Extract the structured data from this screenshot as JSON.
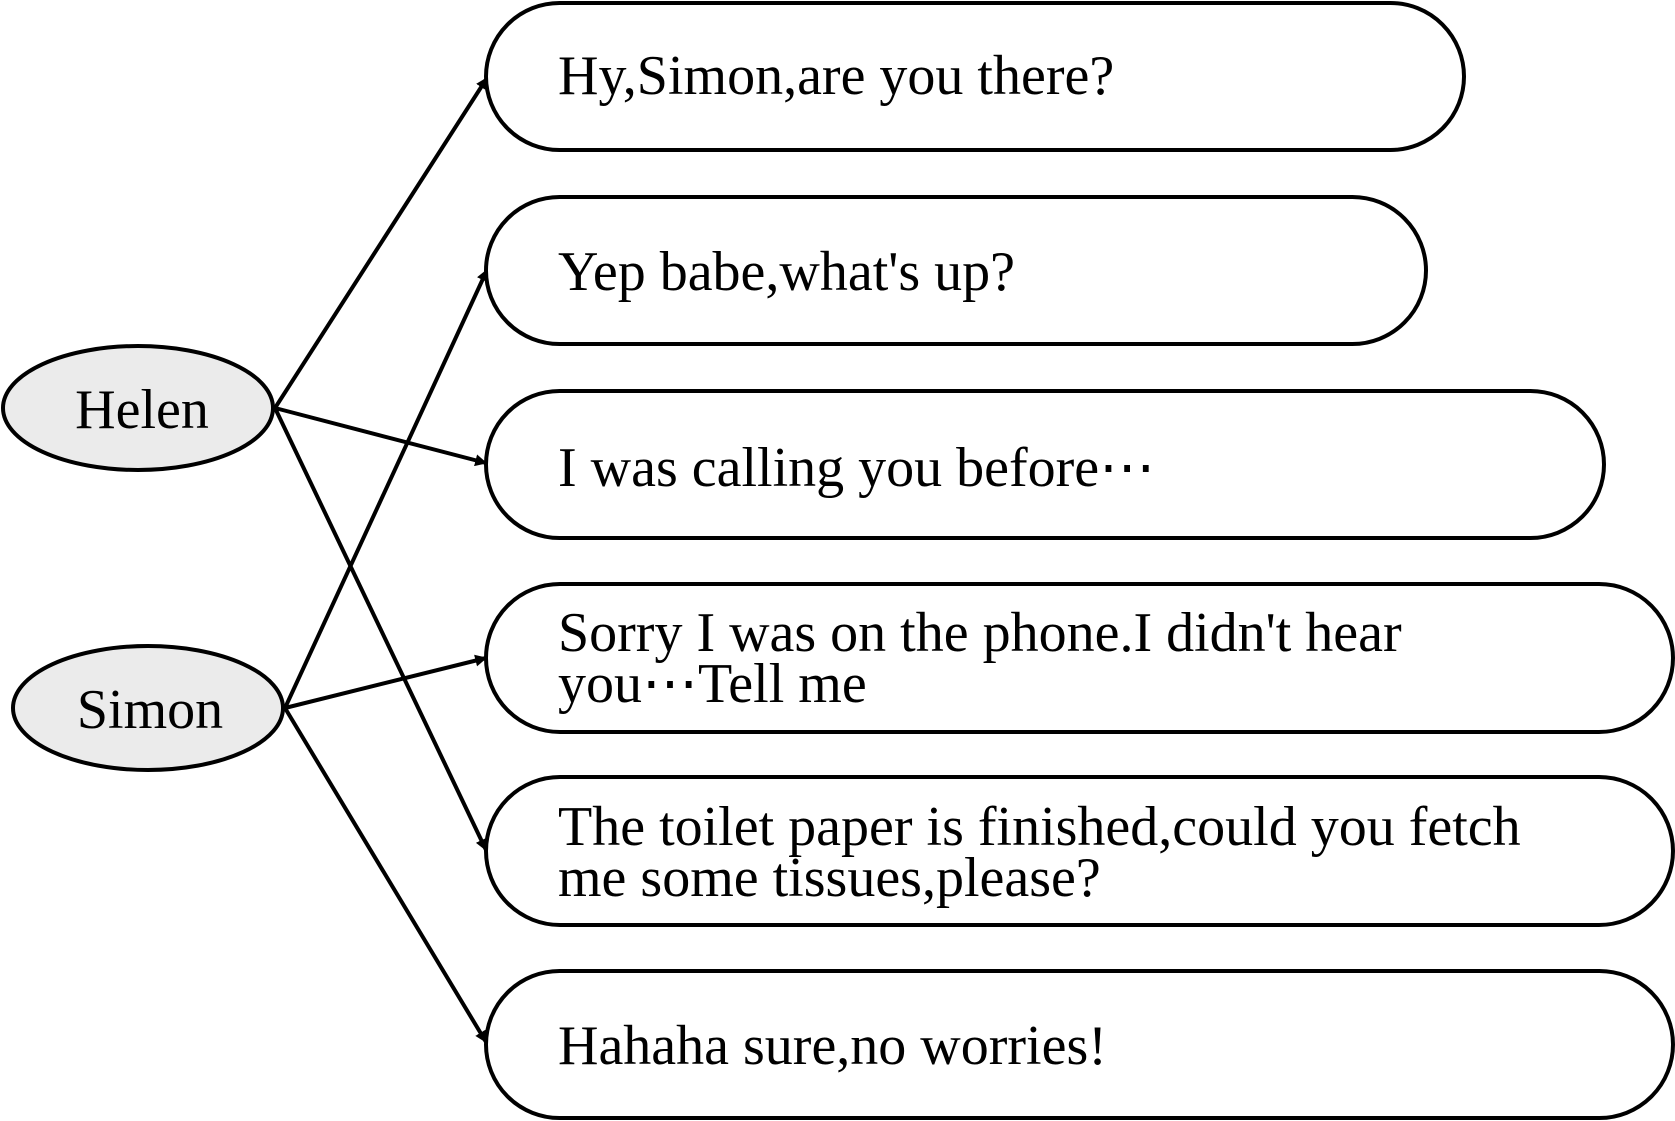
{
  "colors": {
    "speaker_fill": "#ebebeb",
    "bubble_fill": "#ffffff",
    "stroke": "#000000"
  },
  "speakers": [
    {
      "id": "helen",
      "label": "Helen"
    },
    {
      "id": "simon",
      "label": "Simon"
    }
  ],
  "messages": [
    {
      "speaker": "helen",
      "lines": [
        "Hy,Simon,are you there?"
      ]
    },
    {
      "speaker": "simon",
      "lines": [
        "Yep babe,what's up?"
      ]
    },
    {
      "speaker": "helen",
      "lines": [
        "I was calling you before⋯"
      ]
    },
    {
      "speaker": "simon",
      "lines": [
        "Sorry I was on the phone.I didn't hear",
        "you⋯Tell me"
      ]
    },
    {
      "speaker": "helen",
      "lines": [
        "The toilet paper is finished,could you fetch",
        "me some tissues,please?"
      ]
    },
    {
      "speaker": "simon",
      "lines": [
        "Hahaha sure,no worries!"
      ]
    }
  ]
}
